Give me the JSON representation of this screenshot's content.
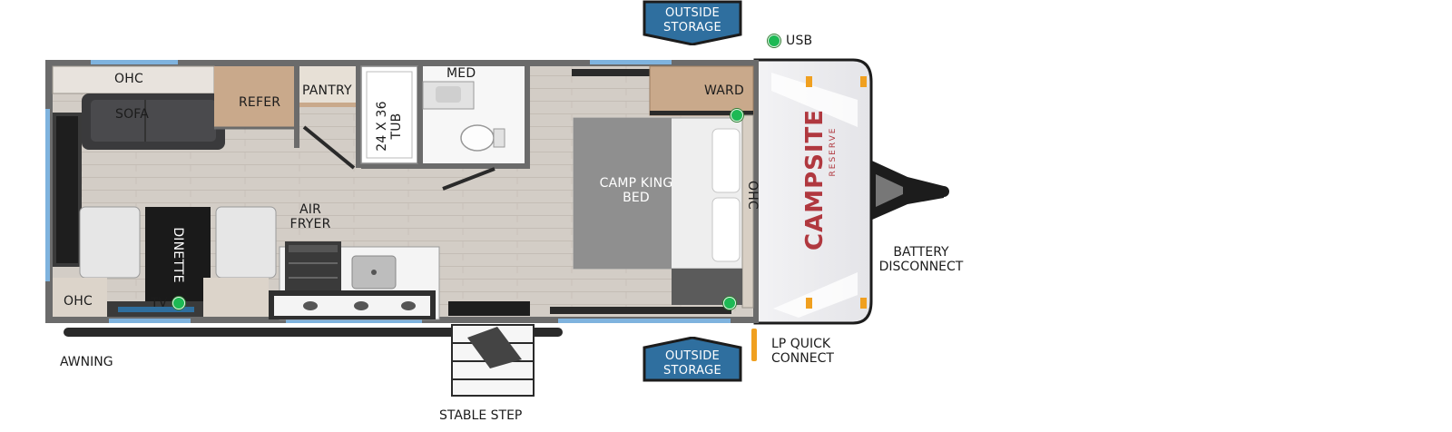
{
  "labels": {
    "ohc_top": "OHC",
    "sofa": "SOFA",
    "refer": "REFER",
    "pantry": "PANTRY",
    "med": "MED",
    "tub": "24 X 36 TUB",
    "ward": "WARD",
    "camp_king_bed": "CAMP KING BED",
    "ohc_side": "OHC",
    "air_fryer": "AIR FRYER",
    "dinette": "DINETTE",
    "ohc_bottom": "OHC",
    "tv": "TV",
    "usb": "USB",
    "outside_storage_top": "OUTSIDE STORAGE",
    "outside_storage_bottom": "OUTSIDE STORAGE",
    "battery_disconnect": "BATTERY DISCONNECT",
    "lp_quick_connect": "LP QUICK CONNECT",
    "awning": "AWNING",
    "stable_step": "STABLE STEP"
  },
  "logo": {
    "brand": "CAMPSITE",
    "sub": "RESERVE"
  },
  "colors": {
    "wall": "#6b6b6b",
    "floor": "#cfc9c2",
    "bed": "#8f8f8f",
    "badge": "#2f6f9f",
    "window": "#7fb3de",
    "indicator": "#1db954",
    "logo": "#b0383f"
  }
}
